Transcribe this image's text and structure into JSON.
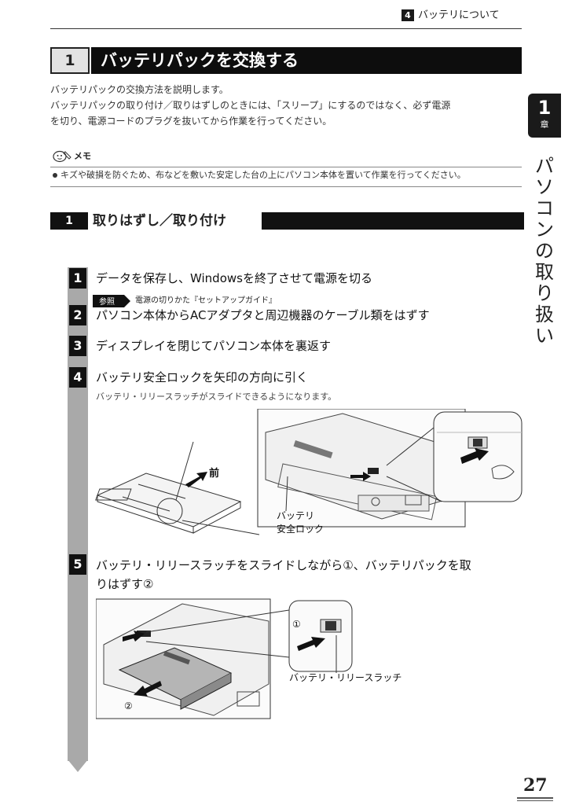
{
  "header": {
    "section_num": "4",
    "title": "バッテリについて"
  },
  "section": {
    "num": "1",
    "title": "バッテリパックを交換する"
  },
  "intro": [
    "バッテリパックの交換方法を説明します。",
    "バッテリパックの取り付け／取りはずしのときには、「スリープ」にするのではなく、必ず電源",
    "を切り、電源コードのプラグを抜いてから作業を行ってください。"
  ],
  "side_tab": {
    "num": "1",
    "chapter": "章",
    "title": "パソコンの取り扱い"
  },
  "memo": {
    "title": "メモ",
    "text": "キズや破損を防ぐため、布などを敷いた安定した台の上にパソコン本体を置いて作業を行ってください。"
  },
  "subsection": {
    "num": "1",
    "title": "取りはずし／取り付け"
  },
  "steps": [
    {
      "num": "1",
      "text": "データを保存し、Windowsを終了させて電源を切る"
    },
    {
      "num": "2",
      "text": "パソコン本体からACアダプタと周辺機器のケーブル類をはずす"
    },
    {
      "num": "3",
      "text": "ディスプレイを閉じてパソコン本体を裏返す"
    },
    {
      "num": "4",
      "text": "バッテリ安全ロックを矢印の方向に引く"
    },
    {
      "num": "5",
      "text": "バッテリ・リリースラッチをスライドしながら①、バッテリパックを取",
      "text2": "りはずす②"
    }
  ],
  "reference": {
    "badge": "参照",
    "text": "電源の切りかた『セットアップガイド』"
  },
  "step4_note": "バッテリ・リリースラッチがスライドできるようになります。",
  "figure1": {
    "front_label": "前",
    "lock_label_1": "バッテリ",
    "lock_label_2": "安全ロック"
  },
  "figure2": {
    "marker_1": "①",
    "marker_2": "②",
    "latch_label": "バッテリ・リリースラッチ"
  },
  "page_number": "27"
}
